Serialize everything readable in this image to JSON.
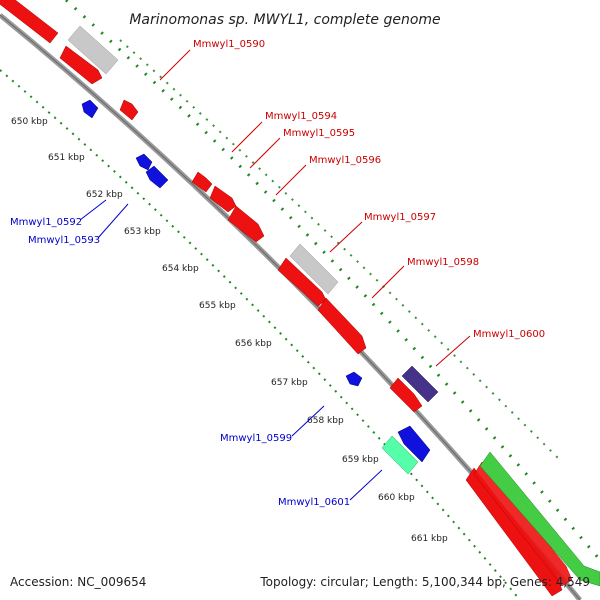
{
  "title": "Marinomonas sp. MWYL1, complete genome",
  "footer": {
    "accession": "Accession: NC_009654",
    "topology": "Topology: circular; Length: 5,100,344 bp; Genes: 4,549"
  },
  "ruler": {
    "unit": "kbp",
    "ticks": [
      "650 kbp",
      "651 kbp",
      "652 kbp",
      "653 kbp",
      "654 kbp",
      "655 kbp",
      "656 kbp",
      "657 kbp",
      "658 kbp",
      "659 kbp",
      "660 kbp",
      "661 kbp"
    ]
  },
  "colors": {
    "forward_label": "#cc0000",
    "reverse_label": "#0000cc",
    "backbone": "#888888",
    "gc_dots": "#228822",
    "cds_forward": "#ee1111",
    "cds_reverse": "#1111dd",
    "rrna": "#bbbbbb",
    "trna": "#44cc44",
    "misc": "#44ffaa",
    "other": "#443377"
  },
  "gene_labels": {
    "forward": [
      "Mmwyl1_0590",
      "Mmwyl1_0594",
      "Mmwyl1_0595",
      "Mmwyl1_0596",
      "Mmwyl1_0597",
      "Mmwyl1_0598",
      "Mmwyl1_0600"
    ],
    "reverse": [
      "Mmwyl1_0592",
      "Mmwyl1_0593",
      "Mmwyl1_0599",
      "Mmwyl1_0601"
    ]
  }
}
